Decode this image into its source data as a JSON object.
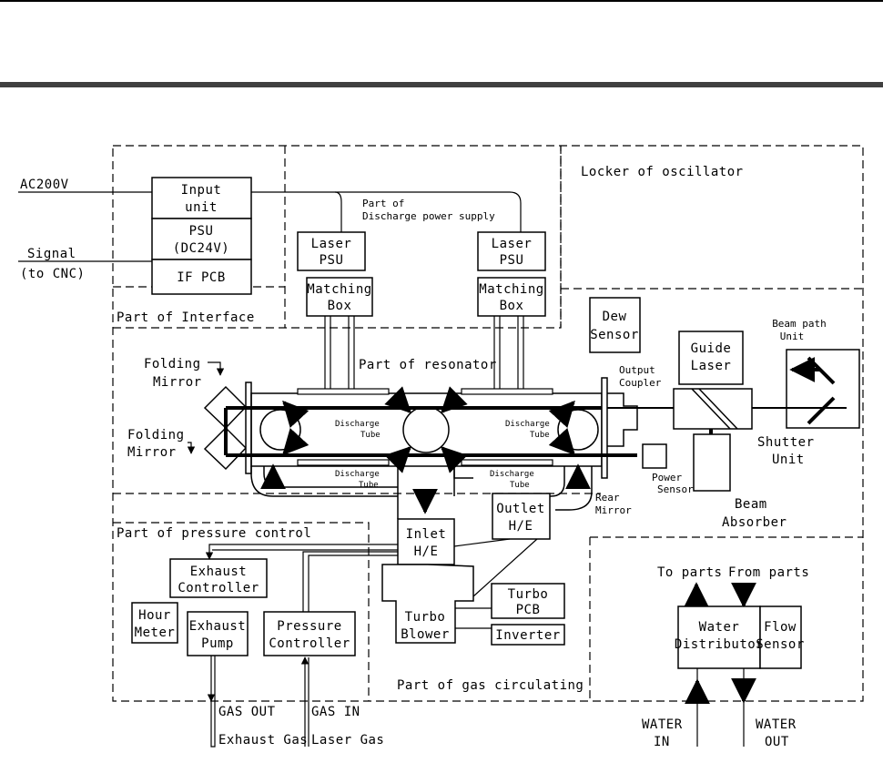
{
  "header": {
    "rule_color": "#000000",
    "bottom_rule_color": "#404040"
  },
  "labels": {
    "ac200v": "AC200V",
    "signal_line1": "Signal",
    "signal_line2": "(to CNC)",
    "input_unit_line1": "Input",
    "input_unit_line2": "unit",
    "psu_line1": "PSU",
    "psu_line2": "(DC24V)",
    "if_pcb": "IF PCB",
    "part_of_interface": "Part of Interface",
    "locker_of_oscillator": "Locker of oscillator",
    "discharge_ps_line1": "Part of",
    "discharge_ps_line2": "Discharge power supply",
    "laser_psu_line1": "Laser",
    "laser_psu_line2": "PSU",
    "matching_box_line1": "Matching",
    "matching_box_line2": "Box",
    "dew_sensor_line1": "Dew",
    "dew_sensor_line2": "Sensor",
    "guide_laser_line1": "Guide",
    "guide_laser_line2": "Laser",
    "beam_path_line1": "Beam path",
    "beam_path_line2": "Unit",
    "folding_mirror_line1": "Folding",
    "folding_mirror_line2": "Mirror",
    "part_of_resonator": "Part of resonator",
    "output_coupler_line1": "Output",
    "output_coupler_line2": "Coupler",
    "discharge_tube_line1": "Discharge",
    "discharge_tube_line2": "Tube",
    "shutter_unit_line1": "Shutter",
    "shutter_unit_line2": "Unit",
    "power_sensor_line1": "Power",
    "power_sensor_line2": "Sensor",
    "rear_mirror_line1": "Rear",
    "rear_mirror_line2": "Mirror",
    "beam_absorber_line1": "Beam",
    "beam_absorber_line2": "Absorber",
    "outlet_he_line1": "Outlet",
    "outlet_he_line2": "H/E",
    "inlet_he_line1": "Inlet",
    "inlet_he_line2": "H/E",
    "part_of_pressure_control": "Part of pressure control",
    "exhaust_controller_line1": "Exhaust",
    "exhaust_controller_line2": "Controller",
    "hour_meter_line1": "Hour",
    "hour_meter_line2": "Meter",
    "exhaust_pump_line1": "Exhaust",
    "exhaust_pump_line2": "Pump",
    "pressure_controller_line1": "Pressure",
    "pressure_controller_line2": "Controller",
    "turbo_pcb_line1": "Turbo",
    "turbo_pcb_line2": "PCB",
    "turbo_blower_line1": "Turbo",
    "turbo_blower_line2": "Blower",
    "inverter": "Inverter",
    "part_of_gas_circulating": "Part of gas circulating",
    "gas_out": "GAS OUT",
    "gas_in": "GAS IN",
    "exhaust_gas": "Exhaust Gas",
    "laser_gas": "Laser Gas",
    "to_parts": "To parts",
    "from_parts": "From parts",
    "water_distributor_line1": "Water",
    "water_distributor_line2": "Distributor",
    "flow_sensor_line1": "Flow",
    "flow_sensor_line2": "Sensor",
    "water_in_line1": "WATER",
    "water_in_line2": "IN",
    "water_out_line1": "WATER",
    "water_out_line2": "OUT"
  }
}
